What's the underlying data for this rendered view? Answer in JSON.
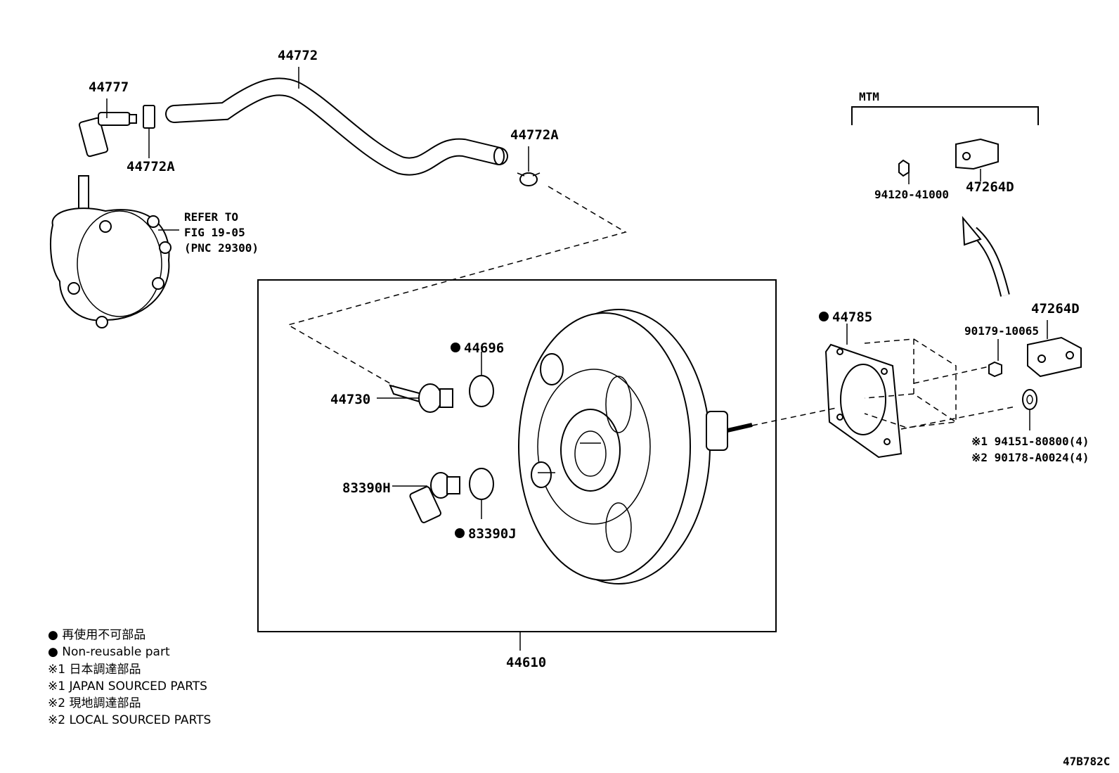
{
  "labels": {
    "p44777": "44777",
    "p44772": "44772",
    "p44772a_left": "44772A",
    "p44772a_right": "44772A",
    "refer_line1": "REFER TO",
    "refer_line2": "FIG 19-05",
    "refer_line3": "(PNC 29300)",
    "p44696": "44696",
    "p44730": "44730",
    "p83390h": "83390H",
    "p83390j": "83390J",
    "p44610": "44610",
    "p44785": "44785",
    "mtm": "MTM",
    "p94120": "94120-41000",
    "p47264d_top": "47264D",
    "p47264d_right": "47264D",
    "p90179": "90179-10065",
    "p94151": "※1 94151-80800(4)",
    "p90178": "※2 90178-A0024(4)",
    "code": "47B782C"
  },
  "legend": {
    "nonreusable_jp": "● 再使用不可部品",
    "nonreusable_en": "● Non-reusable part",
    "japan_jp": "※1 日本調達部品",
    "japan_en": "※1 JAPAN SOURCED PARTS",
    "local_jp": "※2 現地調達部品",
    "local_en": "※2 LOCAL SOURCED PARTS"
  }
}
